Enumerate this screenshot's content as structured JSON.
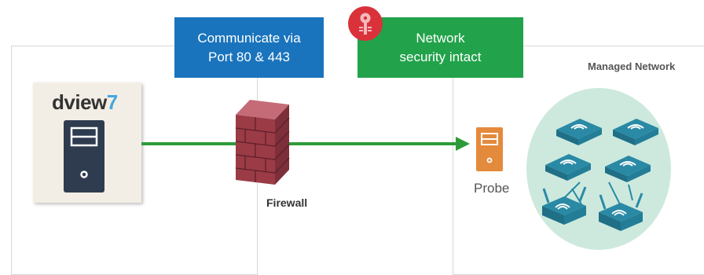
{
  "callouts": {
    "port": "Communicate via\nPort 80 & 443",
    "port_line1": "Communicate via",
    "port_line2": "Port 80 & 443",
    "security_line1": "Network",
    "security_line2": "security intact"
  },
  "labels": {
    "managed_network": "Managed Network",
    "firewall": "Firewall",
    "probe": "Probe"
  },
  "server": {
    "brand": "dview",
    "brand_number": "7"
  },
  "colors": {
    "blue": "#1a74bd",
    "green": "#22a24a",
    "arrow": "#2e9b3a",
    "probe": "#e48a3c",
    "brick": "#9b3b46",
    "network_bg": "#cde9dd",
    "device": "#2a8aa5",
    "badge": "#d9323b"
  },
  "icons": {
    "server": "server-tower-icon",
    "firewall": "brick-wall-icon",
    "probe": "server-tower-icon",
    "key": "key-icon",
    "device": "wireless-router-icon"
  }
}
